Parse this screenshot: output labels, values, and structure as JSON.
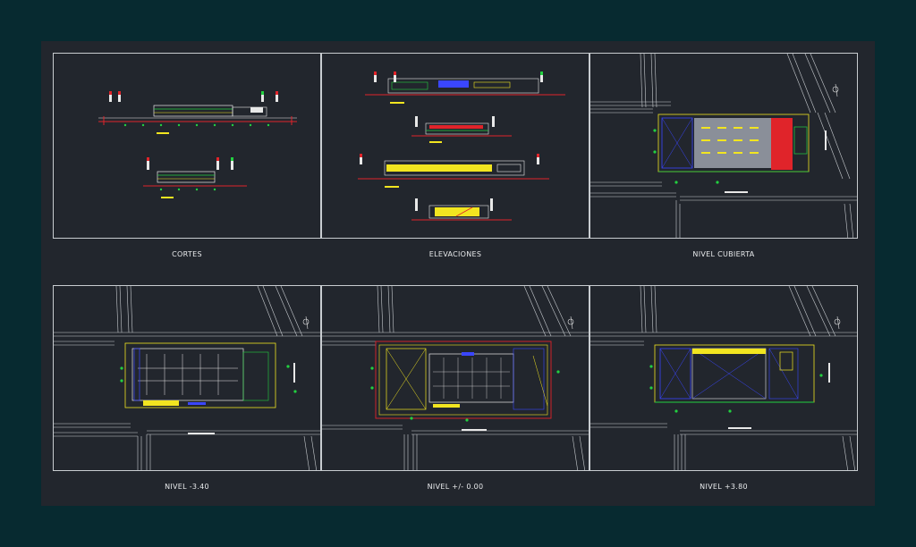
{
  "sheet": {
    "panels": [
      {
        "id": "cortes",
        "label": "CORTES"
      },
      {
        "id": "elevaciones",
        "label": "ELEVACIONES"
      },
      {
        "id": "nivel-cubierta",
        "label": "NIVEL CUBIERTA"
      },
      {
        "id": "nivel-menos-340",
        "label": "NIVEL -3.40"
      },
      {
        "id": "nivel-000",
        "label": "NIVEL +/- 0.00"
      },
      {
        "id": "nivel-380",
        "label": "NIVEL +3.80"
      }
    ]
  },
  "colors": {
    "background": "#072a30",
    "sheet": "#22262d",
    "frame": "#c8ccd0",
    "linework_red": "#e0242a",
    "linework_yellow": "#f2e520",
    "linework_green": "#22d040",
    "linework_blue": "#3a46ff",
    "linework_white": "#e8e8e8",
    "roof_gray": "#8a8f99"
  }
}
